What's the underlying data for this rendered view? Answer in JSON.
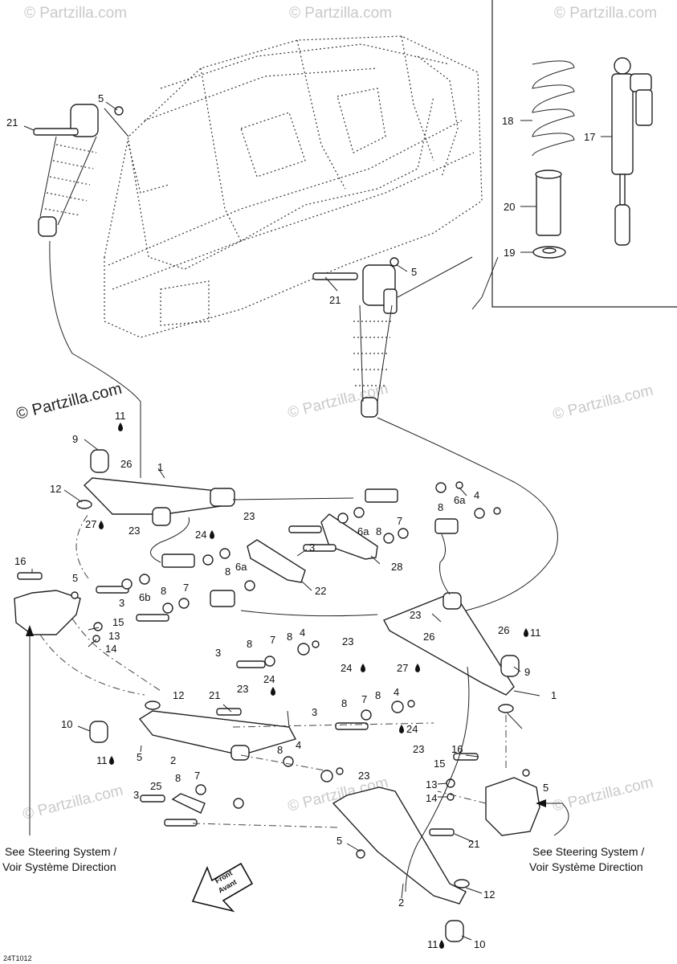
{
  "watermark": {
    "text": "© Partzilla.com",
    "main": "© Partzilla.com"
  },
  "notes": {
    "steering_left": [
      "See Steering System /",
      "Voir Système Direction"
    ],
    "steering_right": [
      "See Steering System /",
      "Voir Système Direction"
    ],
    "front_arrow": [
      "Front",
      "Avant"
    ]
  },
  "diagram_code": "24T1012",
  "callouts": [
    {
      "id": "21-a",
      "text": "21"
    },
    {
      "id": "5-a",
      "text": "5"
    },
    {
      "id": "5-b",
      "text": "5"
    },
    {
      "id": "21-b",
      "text": "21"
    },
    {
      "id": "18",
      "text": "18"
    },
    {
      "id": "17",
      "text": "17"
    },
    {
      "id": "20",
      "text": "20"
    },
    {
      "id": "19",
      "text": "19"
    },
    {
      "id": "11-a",
      "text": "11"
    },
    {
      "id": "9-a",
      "text": "9"
    },
    {
      "id": "26-a",
      "text": "26"
    },
    {
      "id": "1-a",
      "text": "1"
    },
    {
      "id": "12-a",
      "text": "12"
    },
    {
      "id": "27-a",
      "text": "27"
    },
    {
      "id": "23-a",
      "text": "23"
    },
    {
      "id": "23-b",
      "text": "23"
    },
    {
      "id": "24-a",
      "text": "24"
    },
    {
      "id": "4-a",
      "text": "4"
    },
    {
      "id": "6a-a",
      "text": "6a"
    },
    {
      "id": "8-a",
      "text": "8"
    },
    {
      "id": "7-a",
      "text": "7"
    },
    {
      "id": "6a-b",
      "text": "6a"
    },
    {
      "id": "8-b",
      "text": "8"
    },
    {
      "id": "3-a",
      "text": "3"
    },
    {
      "id": "28",
      "text": "28"
    },
    {
      "id": "8-c",
      "text": "8"
    },
    {
      "id": "6a-c",
      "text": "6a"
    },
    {
      "id": "22",
      "text": "22"
    },
    {
      "id": "16-a",
      "text": "16"
    },
    {
      "id": "5-c",
      "text": "5"
    },
    {
      "id": "7-b",
      "text": "7"
    },
    {
      "id": "3-b",
      "text": "3"
    },
    {
      "id": "6b",
      "text": "6b"
    },
    {
      "id": "8-d",
      "text": "8"
    },
    {
      "id": "15-a",
      "text": "15"
    },
    {
      "id": "13-a",
      "text": "13"
    },
    {
      "id": "14-a",
      "text": "14"
    },
    {
      "id": "23-c",
      "text": "23"
    },
    {
      "id": "26-b",
      "text": "26"
    },
    {
      "id": "11-b",
      "text": "11"
    },
    {
      "id": "26-c",
      "text": "26"
    },
    {
      "id": "23-d",
      "text": "23"
    },
    {
      "id": "24-b",
      "text": "24"
    },
    {
      "id": "27-b",
      "text": "27"
    },
    {
      "id": "9-b",
      "text": "9"
    },
    {
      "id": "1-b",
      "text": "1"
    },
    {
      "id": "3-c",
      "text": "3"
    },
    {
      "id": "8-e",
      "text": "8"
    },
    {
      "id": "7-c",
      "text": "7"
    },
    {
      "id": "8-f",
      "text": "8"
    },
    {
      "id": "4-b",
      "text": "4"
    },
    {
      "id": "24-c",
      "text": "24"
    },
    {
      "id": "23-e",
      "text": "23"
    },
    {
      "id": "12-b",
      "text": "12"
    },
    {
      "id": "21-c",
      "text": "21"
    },
    {
      "id": "10-a",
      "text": "10"
    },
    {
      "id": "5-d",
      "text": "5"
    },
    {
      "id": "11-c",
      "text": "11"
    },
    {
      "id": "2-a",
      "text": "2"
    },
    {
      "id": "3-d",
      "text": "3"
    },
    {
      "id": "8-g",
      "text": "8"
    },
    {
      "id": "7-d",
      "text": "7"
    },
    {
      "id": "8-h",
      "text": "8"
    },
    {
      "id": "4-c",
      "text": "4"
    },
    {
      "id": "24-d",
      "text": "24"
    },
    {
      "id": "23-f",
      "text": "23"
    },
    {
      "id": "8-i",
      "text": "8"
    },
    {
      "id": "4-d",
      "text": "4"
    },
    {
      "id": "25",
      "text": "25"
    },
    {
      "id": "8-j",
      "text": "8"
    },
    {
      "id": "7-e",
      "text": "7"
    },
    {
      "id": "3-e",
      "text": "3"
    },
    {
      "id": "23-g",
      "text": "23"
    },
    {
      "id": "15-b",
      "text": "15"
    },
    {
      "id": "16-b",
      "text": "16"
    },
    {
      "id": "13-b",
      "text": "13"
    },
    {
      "id": "14-b",
      "text": "14"
    },
    {
      "id": "5-e",
      "text": "5"
    },
    {
      "id": "5-f",
      "text": "5"
    },
    {
      "id": "21-d",
      "text": "21"
    },
    {
      "id": "12-c",
      "text": "12"
    },
    {
      "id": "2-b",
      "text": "2"
    },
    {
      "id": "11-d",
      "text": "11"
    },
    {
      "id": "10-b",
      "text": "10"
    }
  ]
}
